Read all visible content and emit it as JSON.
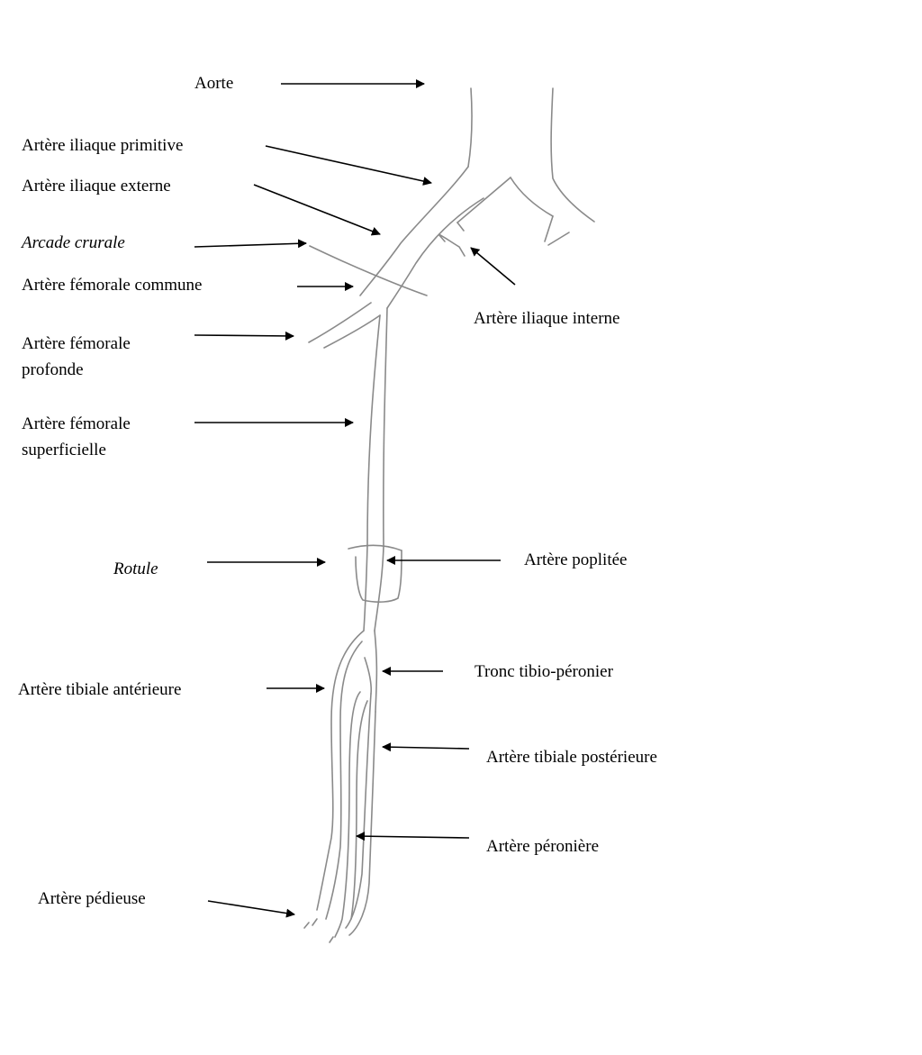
{
  "labels": {
    "aorte": "Aorte",
    "iliaque_primitive": "Artère iliaque primitive",
    "iliaque_externe": "Artère iliaque externe",
    "arcade_crurale": "Arcade crurale",
    "femorale_commune": "Artère fémorale commune",
    "iliaque_interne": "Artère iliaque interne",
    "femorale_profonde_1": "Artère fémorale",
    "femorale_profonde_2": "profonde",
    "femorale_superficielle_1": "Artère fémorale",
    "femorale_superficielle_2": "superficielle",
    "rotule": "Rotule",
    "poplitee": "Artère poplitée",
    "tronc_tibio_peronier": "Tronc tibio-péronier",
    "tibiale_anterieure": "Artère tibiale antérieure",
    "tibiale_posterieure": "Artère tibiale postérieure",
    "peroniere": "Artère péronière",
    "pedieuse": "Artère pédieuse"
  },
  "colors": {
    "ink": "#000000",
    "sketch": "#8a8a8a"
  }
}
